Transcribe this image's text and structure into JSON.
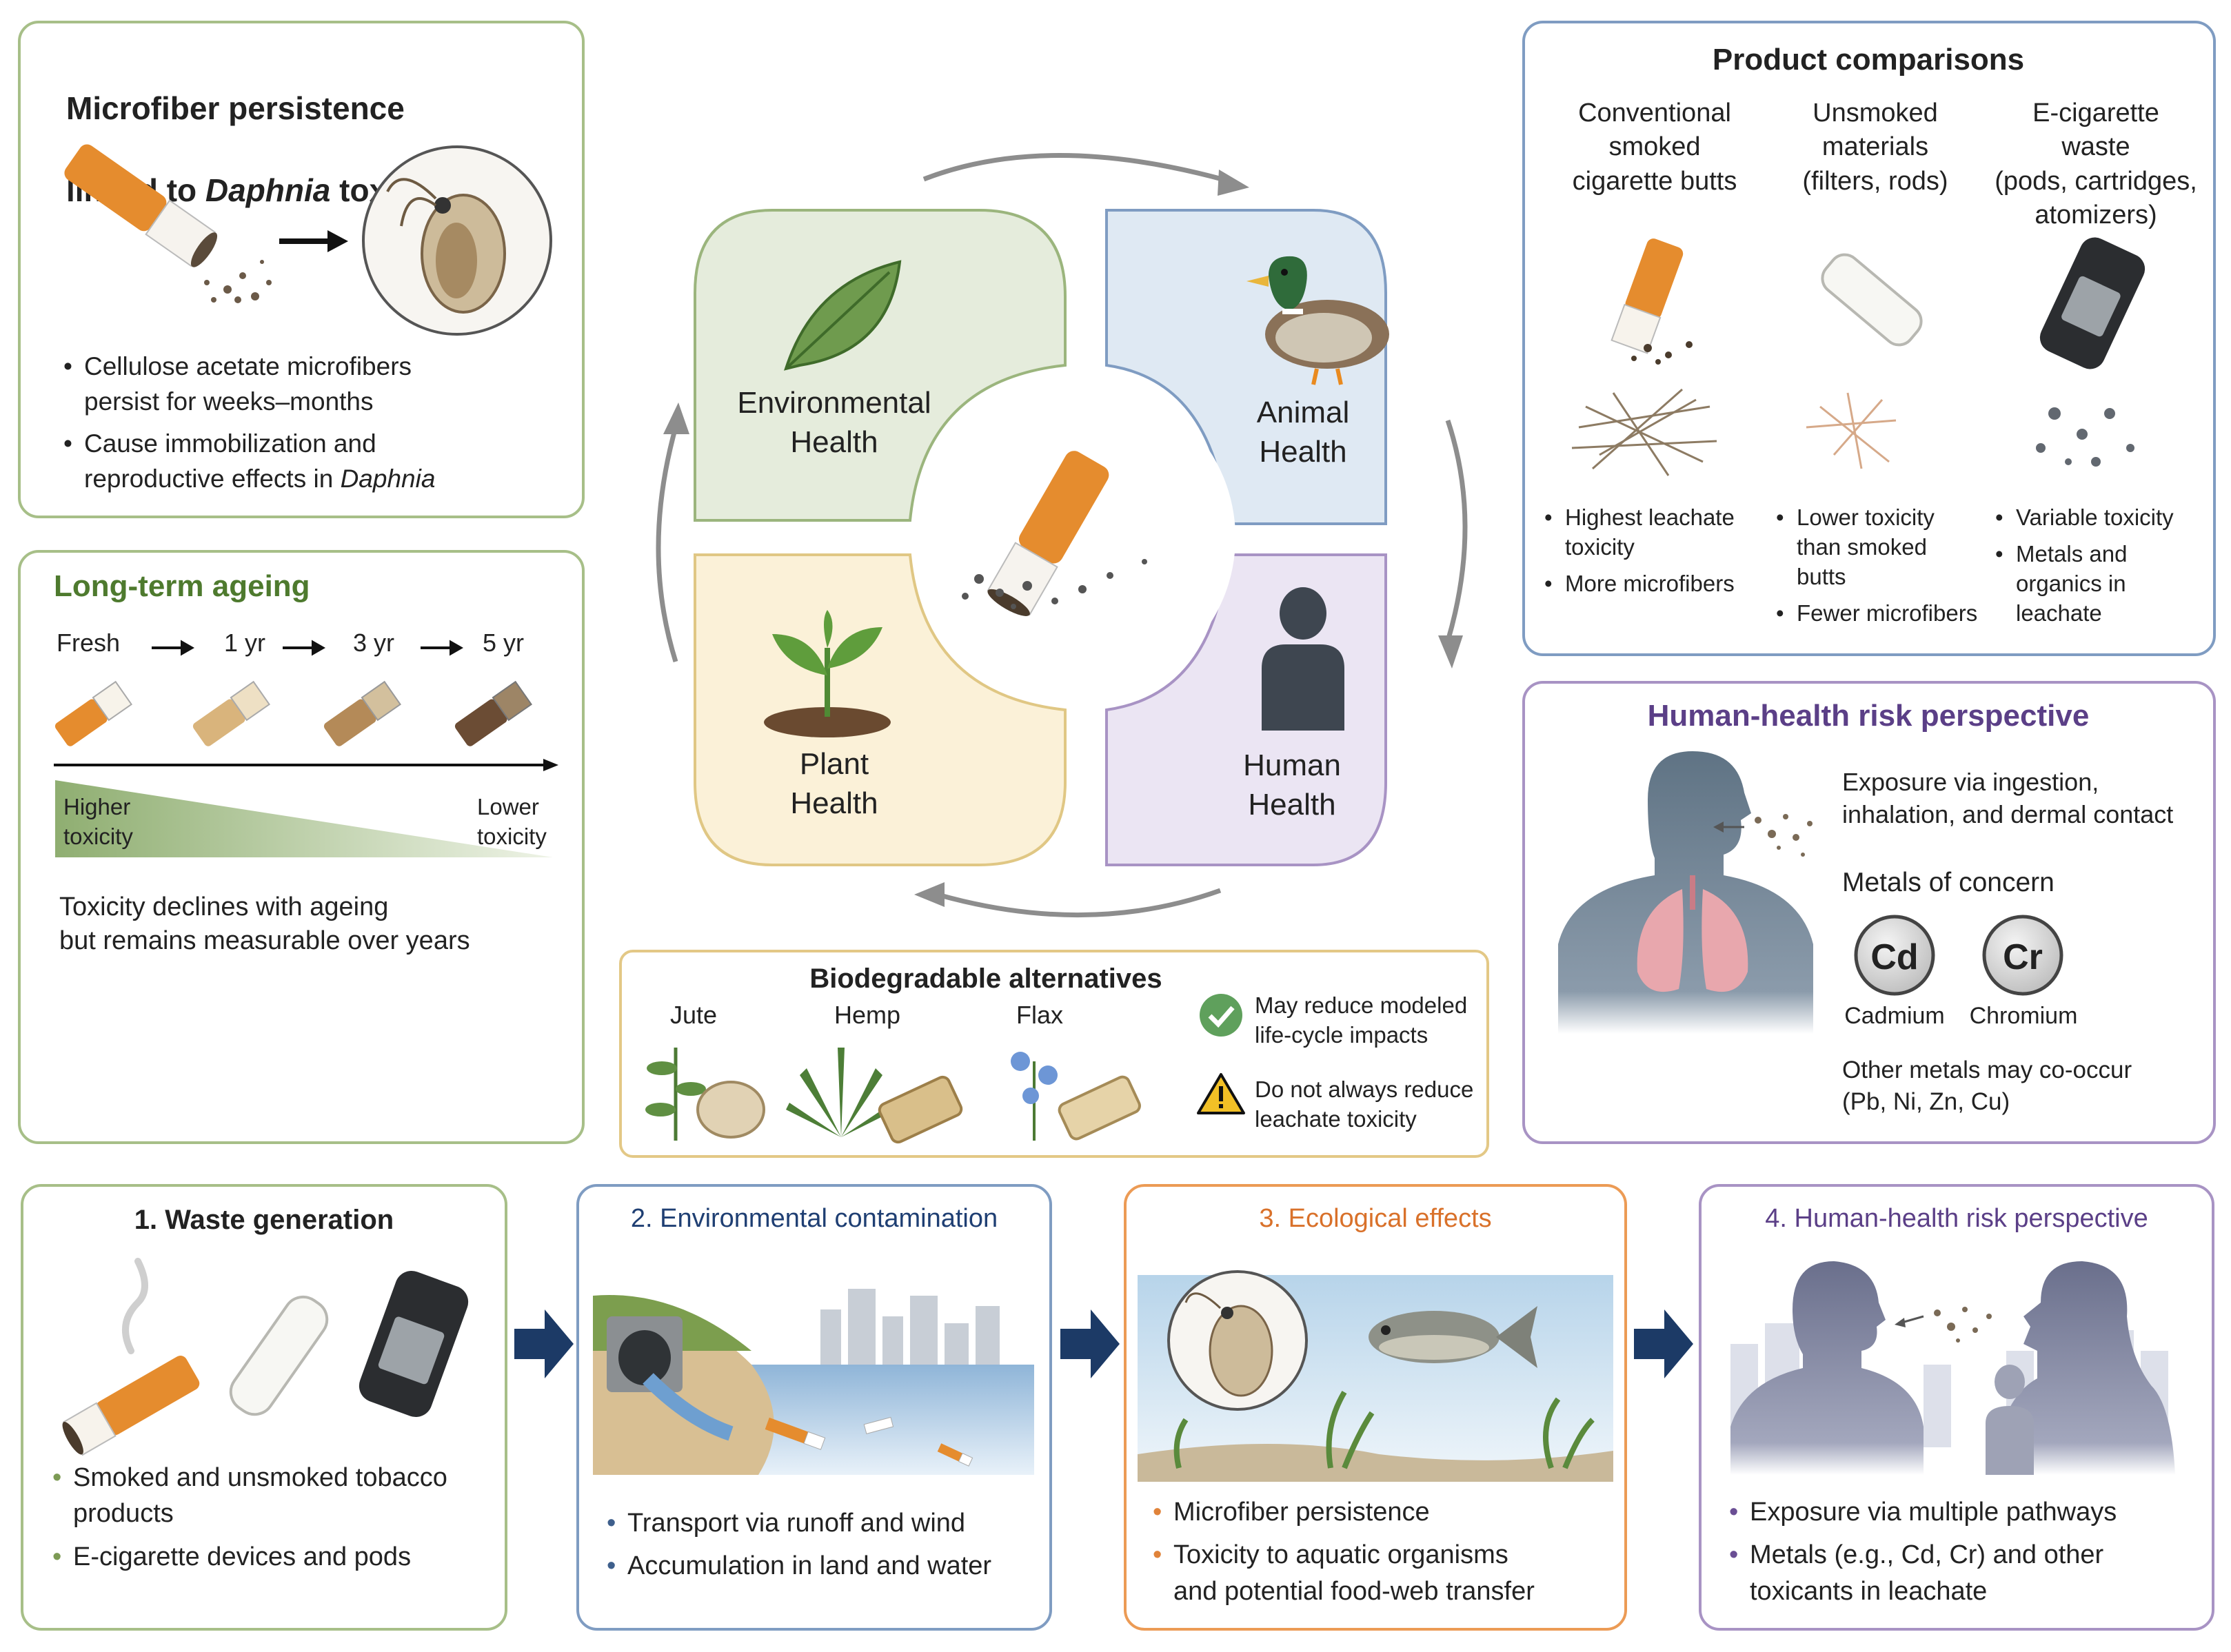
{
  "colors": {
    "green": "#a7bf88",
    "blue": "#7f9cc2",
    "purple": "#a893c4",
    "yellow": "#e3c886",
    "orange": "#ec9b55",
    "navy": "#1c3a66"
  },
  "daphnia_panel": {
    "title_line1": "Microfiber persistence",
    "title_line2_prefix": "linked to ",
    "title_line2_italic": "Daphnia",
    "title_line2_suffix": " toxicity",
    "bullet1": "Cellulose acetate microfibers\npersist for weeks–months",
    "bullet2_prefix": "Cause immobilization and\nreproductive effects in ",
    "bullet2_italic": "Daphnia",
    "icons": [
      "cigarette-butt-icon",
      "arrow-right-icon",
      "daphnia-icon"
    ]
  },
  "ageing_panel": {
    "title": "Long-term ageing",
    "timeline": [
      "Fresh",
      "1 yr",
      "3 yr",
      "5 yr"
    ],
    "higher": "Higher\ntoxicity",
    "lower": "Lower\ntoxicity",
    "note": "Toxicity declines with ageing\nbut remains measurable over years"
  },
  "hub": {
    "environmental": "Environmental\nHealth",
    "animal": "Animal\nHealth",
    "plant": "Plant\nHealth",
    "human": "Human\nHealth",
    "icons": [
      "leaf-icon",
      "duck-icon",
      "sprout-icon",
      "person-icon",
      "cigarette-butt-icon"
    ]
  },
  "biodegradable": {
    "title": "Biodegradable alternatives",
    "fibers": [
      "Jute",
      "Hemp",
      "Flax"
    ],
    "pro": "May reduce modeled\nlife-cycle impacts",
    "con": "Do not always reduce\nleachate toxicity",
    "icons": [
      "check-icon",
      "warning-icon"
    ]
  },
  "products": {
    "title": "Product comparisons",
    "columns": [
      {
        "heading": "Conventional\nsmoked\ncigarette butts",
        "bullets": [
          "Highest leachate\ntoxicity",
          "More microfibers"
        ]
      },
      {
        "heading": "Unsmoked\nmaterials\n(filters, rods)",
        "bullets": [
          "Lower toxicity\nthan smoked\nbutts",
          "Fewer microfibers"
        ]
      },
      {
        "heading": "E-cigarette\nwaste\n(pods, cartridges,\natomizers)",
        "bullets": [
          "Variable toxicity",
          "Metals and\norganics in\nleachate"
        ]
      }
    ]
  },
  "human_risk": {
    "title": "Human-health risk perspective",
    "exposure": "Exposure via ingestion,\ninhalation, and dermal contact",
    "metals_heading": "Metals of concern",
    "metals": [
      {
        "symbol": "Cd",
        "name": "Cadmium"
      },
      {
        "symbol": "Cr",
        "name": "Chromium"
      }
    ],
    "other": "Other metals may co-occur\n(Pb, Ni, Zn, Cu)"
  },
  "steps": [
    {
      "title": "1. Waste generation",
      "color": "#222222",
      "bullets": [
        "Smoked and unsmoked tobacco\nproducts",
        "E-cigarette devices and pods"
      ]
    },
    {
      "title": "2. Environmental contamination",
      "color": "#1f3f73",
      "bullets": [
        "Transport via runoff and wind",
        "Accumulation in land and water"
      ]
    },
    {
      "title": "3. Ecological effects",
      "color": "#d9712a",
      "bullets": [
        "Microfiber persistence",
        "Toxicity to aquatic organisms\nand potential food-web transfer"
      ]
    },
    {
      "title": "4. Human-health risk perspective",
      "color": "#5b3f87",
      "bullets": [
        "Exposure via multiple pathways",
        "Metals (e.g., Cd, Cr) and other\ntoxicants in leachate"
      ]
    }
  ]
}
